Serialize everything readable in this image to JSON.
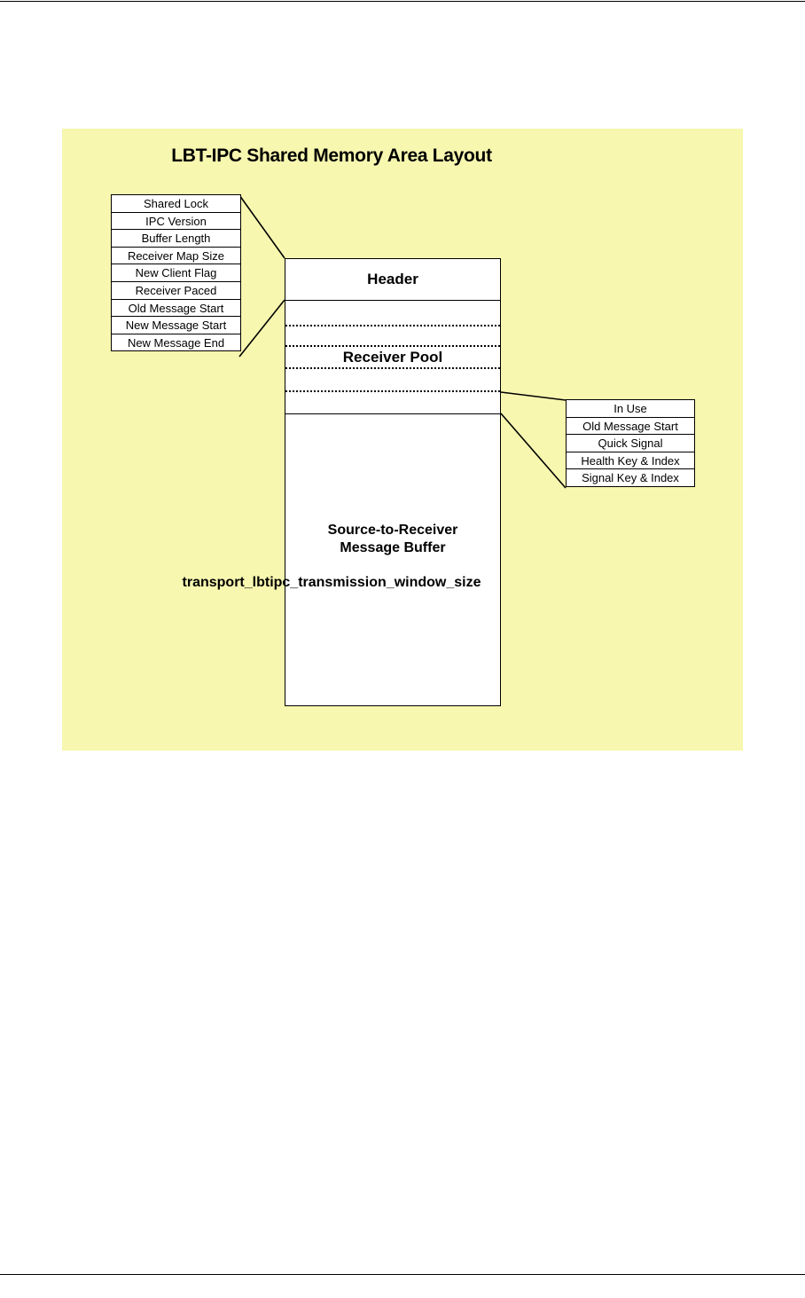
{
  "figure": {
    "title": "LBT-IPC Shared Memory Area Layout",
    "header_label": "Header",
    "receiver_pool_label": "Receiver Pool",
    "buffer_label_line1": "Source-to-Receiver",
    "buffer_label_line2": "Message Buffer",
    "buffer_parameter": "transport_lbtipc_transmission_window_size",
    "header_fields": [
      "Shared Lock",
      "IPC Version",
      "Buffer Length",
      "Receiver Map Size",
      "New Client Flag",
      "Receiver Paced",
      "Old Message Start",
      "New Message Start",
      "New Message End"
    ],
    "receiver_fields": [
      "In Use",
      "Old Message Start",
      "Quick Signal",
      "Health Key & Index",
      "Signal Key & Index"
    ]
  },
  "colors": {
    "figure_background": "#f7f7b0",
    "box_fill": "#ffffff",
    "line": "#000000"
  }
}
